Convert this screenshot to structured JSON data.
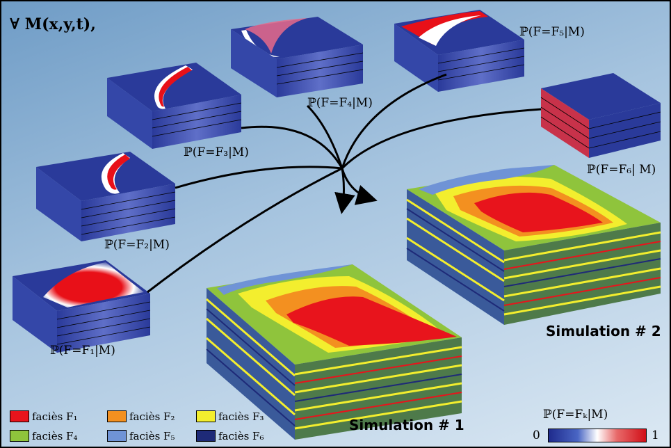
{
  "title": "∀ M(x,y,t),",
  "probability_labels": [
    {
      "id": "p1",
      "text": "ℙ(F=F₁|M)"
    },
    {
      "id": "p2",
      "text": "ℙ(F=F₂|M)"
    },
    {
      "id": "p3",
      "text": "ℙ(F=F₃|M)"
    },
    {
      "id": "p4",
      "text": "ℙ(F=F₄|M)"
    },
    {
      "id": "p5",
      "text": "ℙ(F=F₅|M)"
    },
    {
      "id": "p6",
      "text": "ℙ(F=F₆| M)"
    }
  ],
  "simulations": [
    {
      "label": "Simulation # 1"
    },
    {
      "label": "Simulation # 2"
    }
  ],
  "legend": [
    {
      "label": "faciès F₁",
      "color": "#e8141c"
    },
    {
      "label": "faciès F₂",
      "color": "#f39020"
    },
    {
      "label": "faciès F₃",
      "color": "#f3ee2e"
    },
    {
      "label": "faciès F₄",
      "color": "#8fc43c"
    },
    {
      "label": "faciès F₅",
      "color": "#6f93d6"
    },
    {
      "label": "faciès F₆",
      "color": "#1e2a78"
    }
  ],
  "colorbar": {
    "title": "ℙ(F=Fₖ|M)",
    "min": "0",
    "max": "1",
    "colors": [
      "#1e2a8c",
      "#ffffff",
      "#d10f18"
    ]
  }
}
